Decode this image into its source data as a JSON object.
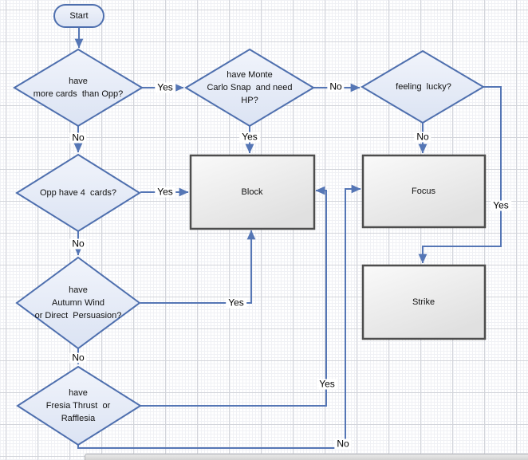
{
  "nodes": {
    "start": {
      "label": "Start"
    },
    "more_cards": {
      "label": "have\nmore cards  than Opp?"
    },
    "monte_carlo": {
      "label": "have Monte\nCarlo Snap  and need\nHP?"
    },
    "feeling_lucky": {
      "label": "feeling  lucky?"
    },
    "opp_four": {
      "label": "Opp have 4  cards?"
    },
    "autumn_wind": {
      "label": "have\nAutumn Wind\nor Direct  Persuasion?"
    },
    "fresia_thrust": {
      "label": "have\nFresia Thrust  or\nRafflesia"
    },
    "block": {
      "label": "Block"
    },
    "focus": {
      "label": "Focus"
    },
    "strike": {
      "label": "Strike"
    }
  },
  "edge_labels": {
    "more_cards_yes": "Yes",
    "more_cards_no": "No",
    "monte_carlo_no": "No",
    "monte_carlo_yes": "Yes",
    "feeling_lucky_no": "No",
    "feeling_lucky_yes": "Yes",
    "opp_four_yes": "Yes",
    "opp_four_no": "No",
    "autumn_yes": "Yes",
    "autumn_no": "No",
    "fresia_yes": "Yes",
    "fresia_no": "No"
  },
  "colors": {
    "decision_border": "#4e6fae",
    "decision_fill_top": "#f1f4fb",
    "decision_fill_bottom": "#dbe3f3",
    "process_border": "#4d4d4d",
    "process_fill_top": "#fafafa",
    "process_fill_bottom": "#e0e0e0",
    "connector": "#5576b5",
    "grid_major": "#d3d5db",
    "grid_minor": "#f0f1f5"
  }
}
